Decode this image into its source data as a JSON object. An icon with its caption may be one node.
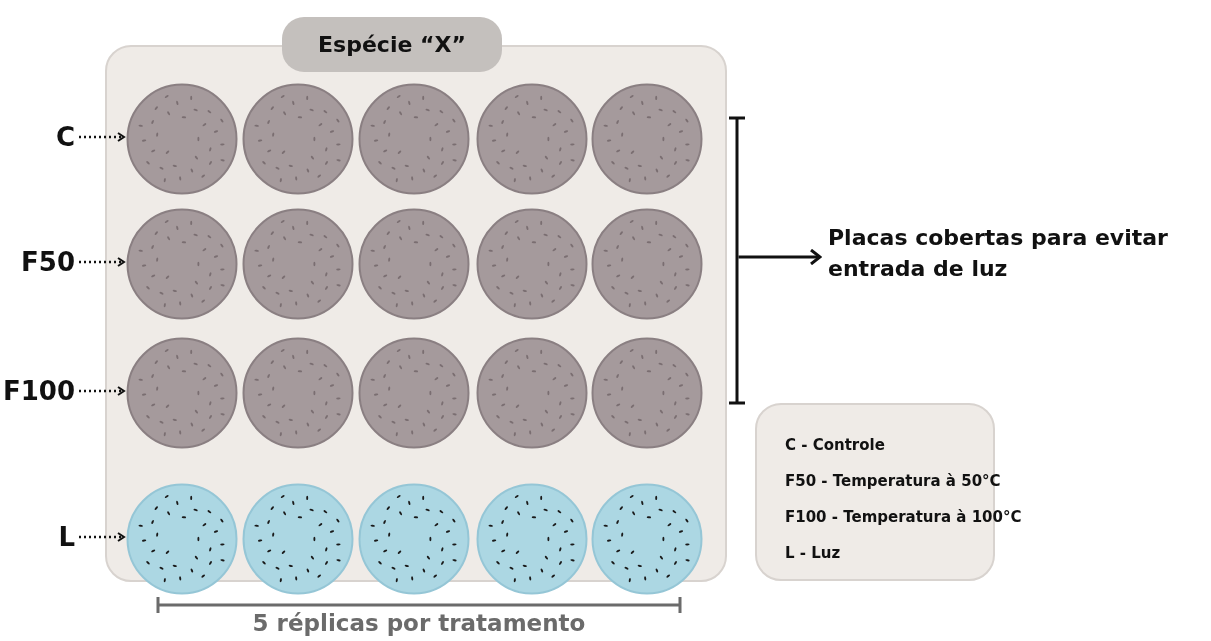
{
  "diagram": {
    "nodes": [
      {
        "text": [
          "Espécie “X”"
        ]
      },
      {
        "text": [],
        "shape": "circle",
        "in": 0
      },
      {
        "text": [],
        "shape": "circle",
        "in": 0
      },
      {
        "text": [],
        "shape": "circle",
        "in": 0
      },
      {
        "text": [],
        "shape": "circle",
        "in": 0
      },
      {
        "text": [],
        "shape": "circle",
        "in": 0
      },
      {
        "text": [],
        "shape": "circle",
        "in": 0
      },
      {
        "text": [],
        "shape": "circle",
        "in": 0
      },
      {
        "text": [],
        "shape": "circle",
        "in": 0
      },
      {
        "text": [],
        "shape": "circle",
        "in": 0
      },
      {
        "text": [],
        "shape": "circle",
        "in": 0
      },
      {
        "text": [],
        "shape": "circle",
        "in": 0
      },
      {
        "text": [],
        "shape": "circle",
        "in": 0
      },
      {
        "text": [],
        "shape": "circle",
        "in": 0
      },
      {
        "text": [],
        "shape": "circle",
        "in": 0
      },
      {
        "text": [],
        "shape": "circle",
        "in": 0
      },
      {
        "text": [],
        "shape": "circle",
        "in": 0
      },
      {
        "text": [],
        "shape": "circle",
        "in": 0
      },
      {
        "text": [],
        "shape": "circle",
        "in": 0
      },
      {
        "text": [],
        "shape": "circle",
        "in": 0
      },
      {
        "text": [],
        "shape": "circle",
        "in": 0
      },
      {
        "text": [
          "C"
        ]
      },
      {
        "text": [
          "F50"
        ]
      },
      {
        "text": [
          "F100"
        ]
      },
      {
        "text": [
          "L"
        ]
      },
      {
        "text": [
          "Placas cobertas para evitar entrada de luz"
        ]
      },
      {
        "text": [
          "C - Controle",
          "F50 - Temperatura à 50°C",
          "F100 - Temperatura à 100°C",
          "L - Luz"
        ]
      },
      {
        "text": [],
        "shape": "bracket"
      }
    ],
    "edges": [
      {
        "from": 21,
        "to": 1,
        "arrow": "to",
        "style": "dashed"
      },
      {
        "from": 22,
        "to": 6,
        "arrow": "to",
        "style": "dashed"
      },
      {
        "from": 23,
        "to": 11,
        "arrow": "to",
        "style": "dashed"
      },
      {
        "from": 24,
        "to": 16,
        "arrow": "to",
        "style": "dashed"
      },
      {
        "from": 27,
        "to": 25,
        "arrow": "to"
      }
    ],
    "labels": [
      "5 réplicas por tratamento"
    ]
  }
}
